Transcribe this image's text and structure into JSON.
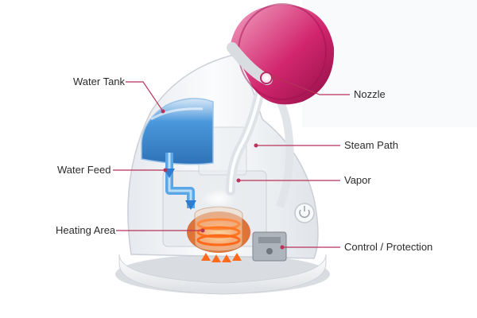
{
  "labels": {
    "water_tank": "Water Tank",
    "water_feed": "Water Feed",
    "heating_area": "Heating Area",
    "nozzle": "Nozzle",
    "steam_path": "Steam Path",
    "vapor": "Vapor",
    "control_protection": "Control / Protection"
  },
  "colors": {
    "leader_line": "#b8325a",
    "nozzle_magenta": "#c2185b",
    "water_blue": "#3f8fd6",
    "heat_orange": "#ff6a1a",
    "body_white": "#f3f4f6"
  },
  "icons": {
    "power_button": "power-icon"
  }
}
